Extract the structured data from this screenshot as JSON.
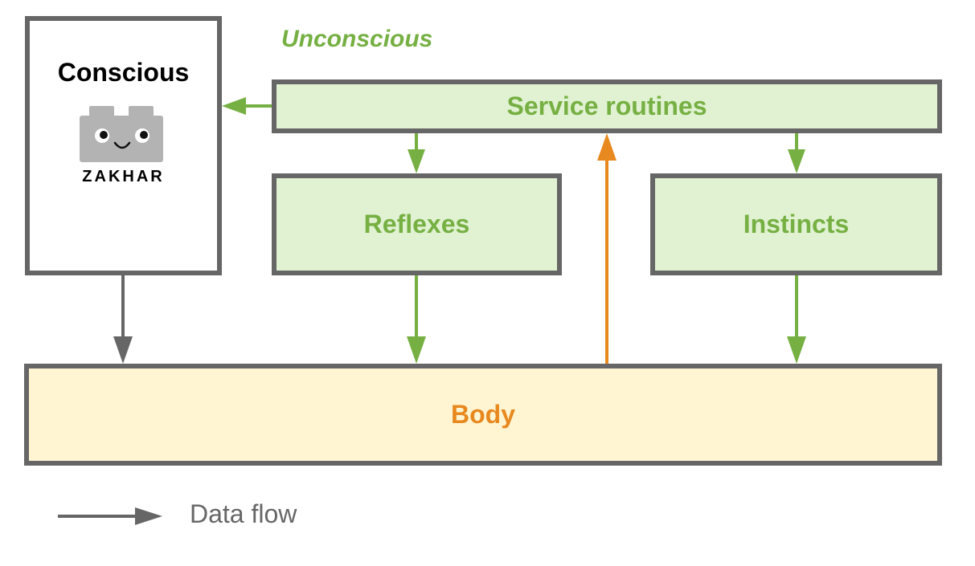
{
  "diagram": {
    "unconscious_group_label": "Unconscious",
    "conscious": {
      "title": "Conscious",
      "logo_wordmark": "ZAKHAR"
    },
    "nodes": {
      "service_routines": "Service routines",
      "reflexes": "Reflexes",
      "instincts": "Instincts",
      "body": "Body"
    },
    "edges": [
      {
        "from": "Service routines",
        "to": "Conscious",
        "color": "#76b043"
      },
      {
        "from": "Service routines",
        "to": "Reflexes",
        "color": "#76b043"
      },
      {
        "from": "Service routines",
        "to": "Instincts",
        "color": "#76b043"
      },
      {
        "from": "Conscious",
        "to": "Body",
        "color": "#666666"
      },
      {
        "from": "Reflexes",
        "to": "Body",
        "color": "#76b043"
      },
      {
        "from": "Instincts",
        "to": "Body",
        "color": "#76b043"
      },
      {
        "from": "Body",
        "to": "Service routines",
        "color": "#e8891f"
      }
    ],
    "legend": {
      "label": "Data flow"
    }
  },
  "colors": {
    "border_gray": "#666666",
    "unconscious_green": "#76b043",
    "unconscious_fill": "#e0f2d2",
    "body_orange": "#e8891f",
    "body_fill": "#fff5d3"
  }
}
